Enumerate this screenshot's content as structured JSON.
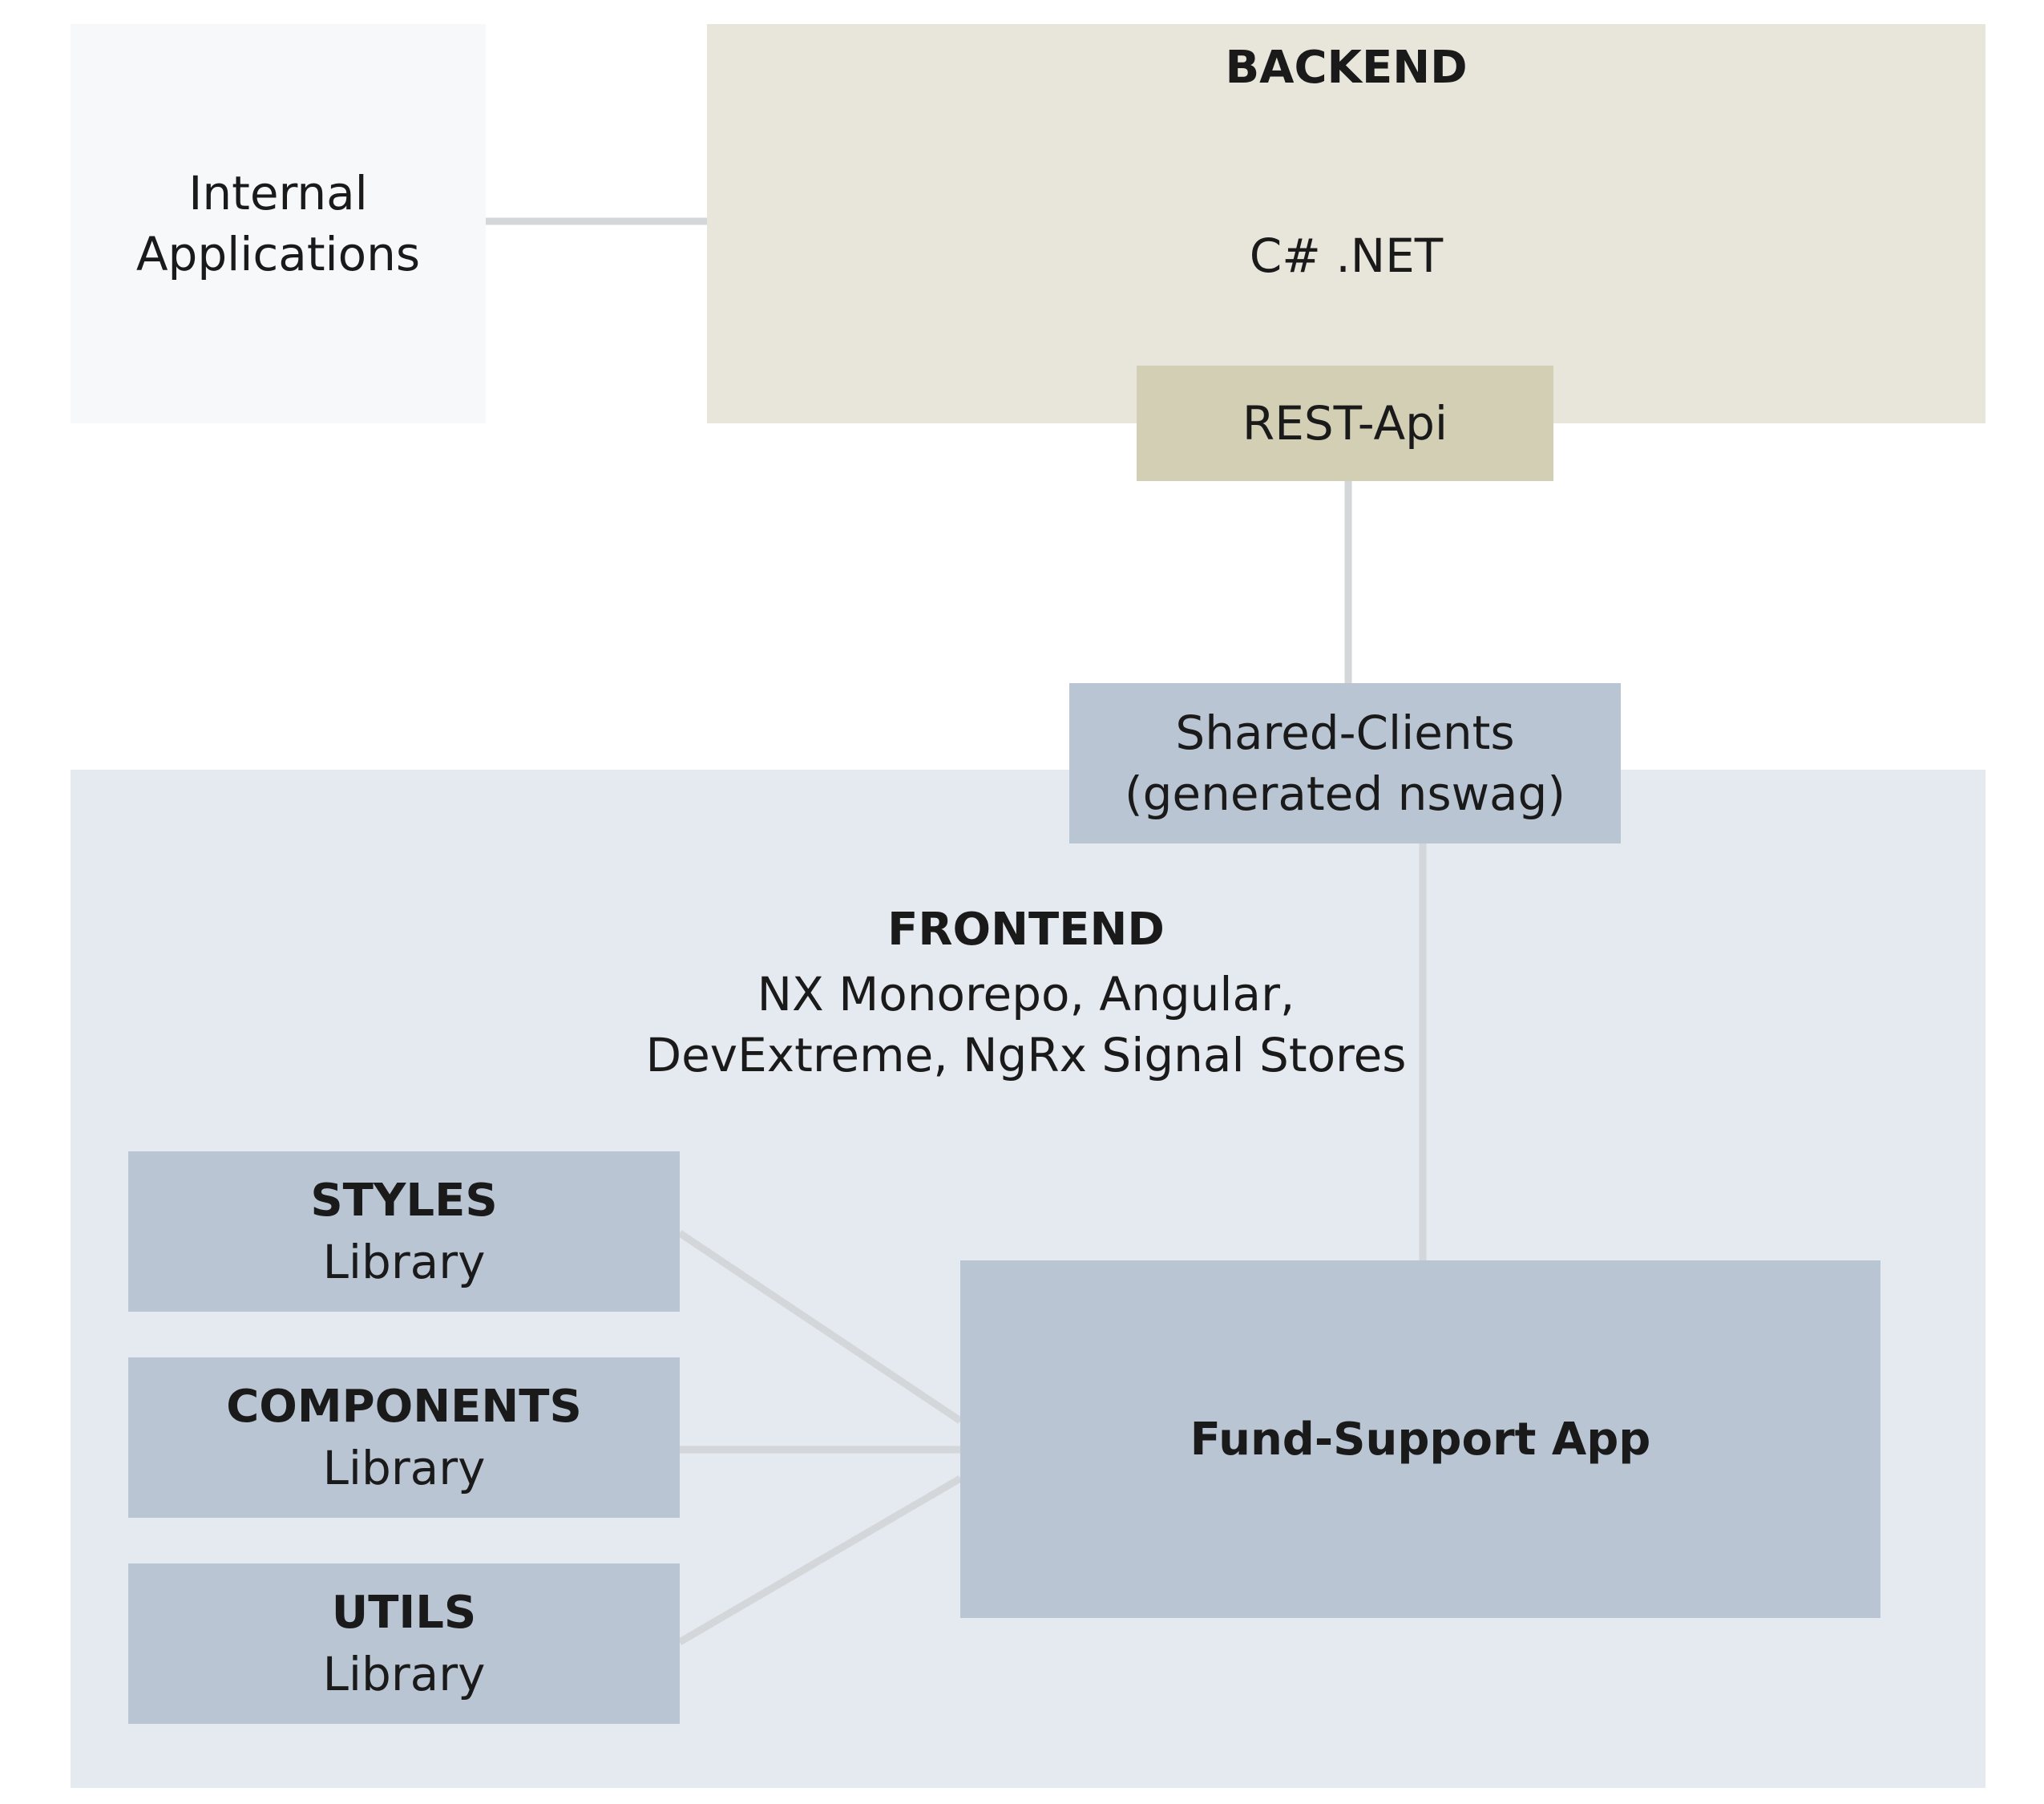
{
  "internal_apps": {
    "line1": "Internal",
    "line2": "Applications"
  },
  "backend": {
    "title": "BACKEND",
    "tech": "C# .NET",
    "api": "REST-Api"
  },
  "shared_clients": {
    "line1": "Shared-Clients",
    "line2": "(generated nswag)"
  },
  "frontend": {
    "title": "FRONTEND",
    "tech_line1": "NX Monorepo, Angular,",
    "tech_line2": "DevExtreme, NgRx Signal Stores"
  },
  "libraries": [
    {
      "name": "STYLES",
      "type": "Library"
    },
    {
      "name": "COMPONENTS",
      "type": "Library"
    },
    {
      "name": "UTILS",
      "type": "Library"
    }
  ],
  "app": {
    "name": "Fund-Support App"
  },
  "colors": {
    "internal_bg": "#f7f8fa",
    "backend_bg": "#e8e6da",
    "api_bg": "#d3cfb5",
    "frontend_bg": "#e5e9f0",
    "module_bg": "#b9c5d3",
    "connector": "#d4d7da"
  }
}
